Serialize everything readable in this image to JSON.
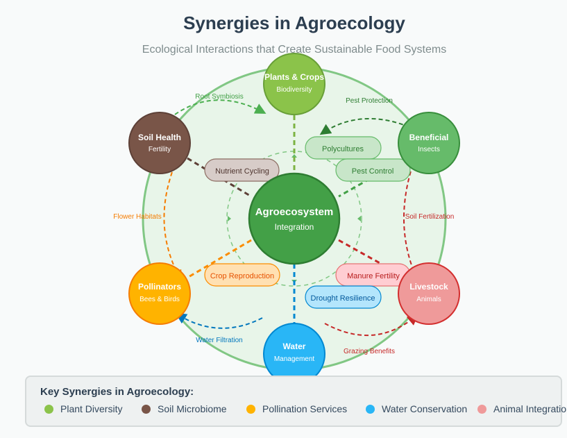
{
  "header": {
    "title": "Synergies in Agroecology",
    "subtitle": "Ecological Interactions that Create Sustainable Food Systems"
  },
  "center": {
    "title": "Agroecosystem",
    "subtitle": "Integration",
    "color": "#43a047"
  },
  "nodes": {
    "plants": {
      "title": "Plants & Crops",
      "subtitle": "Biodiversity",
      "color": "#8bc34a"
    },
    "beneficial": {
      "title": "Beneficial",
      "subtitle": "Insects",
      "color": "#66bb6a"
    },
    "soil": {
      "title": "Soil Health",
      "subtitle": "Fertility",
      "color": "#795548"
    },
    "pollinators": {
      "title": "Pollinators",
      "subtitle": "Bees & Birds",
      "color": "#ffb300"
    },
    "livestock": {
      "title": "Livestock",
      "subtitle": "Animals",
      "color": "#ef9a9a"
    },
    "water": {
      "title": "Water",
      "subtitle": "Management",
      "color": "#29b6f6"
    }
  },
  "pills": {
    "polycultures": "Polycultures",
    "pest_control": "Pest Control",
    "nutrient_cycling": "Nutrient Cycling",
    "crop_reproduction": "Crop Reproduction",
    "manure_fertility": "Manure Fertility",
    "drought_resilience": "Drought Resilience"
  },
  "arrows": {
    "root_symbiosis": "Root Symbiosis",
    "pest_protection": "Pest Protection",
    "flower_habitats": "Flower Habitats",
    "soil_fertilization": "Soil Fertilization",
    "water_filtration": "Water Filtration",
    "grazing_benefits": "Grazing Benefits"
  },
  "legend": {
    "title": "Key Synergies in Agroecology:",
    "items": [
      {
        "label": "Plant Diversity",
        "color": "#8bc34a"
      },
      {
        "label": "Soil Microbiome",
        "color": "#795548"
      },
      {
        "label": "Pollination Services",
        "color": "#ffb300"
      },
      {
        "label": "Water Conservation",
        "color": "#29b6f6"
      },
      {
        "label": "Animal Integration",
        "color": "#ef9a9a"
      }
    ]
  }
}
